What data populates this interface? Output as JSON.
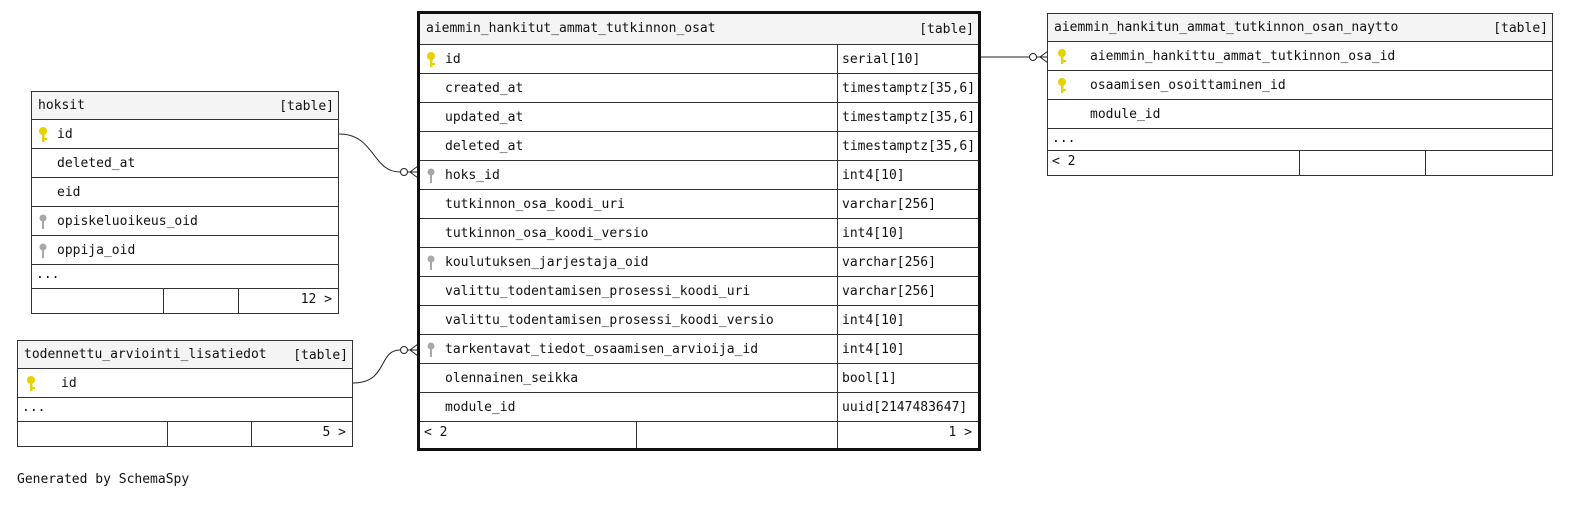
{
  "main_table": {
    "name": "aiemmin_hankitut_ammat_tutkinnon_osat",
    "tag": "[table]",
    "columns": [
      {
        "name": "id",
        "type": "serial[10]",
        "key": "primary"
      },
      {
        "name": "created_at",
        "type": "timestamptz[35,6]",
        "key": "none"
      },
      {
        "name": "updated_at",
        "type": "timestamptz[35,6]",
        "key": "none"
      },
      {
        "name": "deleted_at",
        "type": "timestamptz[35,6]",
        "key": "none"
      },
      {
        "name": "hoks_id",
        "type": "int4[10]",
        "key": "foreign"
      },
      {
        "name": "tutkinnon_osa_koodi_uri",
        "type": "varchar[256]",
        "key": "none"
      },
      {
        "name": "tutkinnon_osa_koodi_versio",
        "type": "int4[10]",
        "key": "none"
      },
      {
        "name": "koulutuksen_jarjestaja_oid",
        "type": "varchar[256]",
        "key": "foreign"
      },
      {
        "name": "valittu_todentamisen_prosessi_koodi_uri",
        "type": "varchar[256]",
        "key": "none"
      },
      {
        "name": "valittu_todentamisen_prosessi_koodi_versio",
        "type": "int4[10]",
        "key": "none"
      },
      {
        "name": "tarkentavat_tiedot_osaamisen_arvioija_id",
        "type": "int4[10]",
        "key": "foreign"
      },
      {
        "name": "olennainen_seikka",
        "type": "bool[1]",
        "key": "none"
      },
      {
        "name": "module_id",
        "type": "uuid[2147483647]",
        "key": "none"
      }
    ],
    "footer_left": "< 2",
    "footer_right": "1 >"
  },
  "hoksit": {
    "name": "hoksit",
    "tag": "[table]",
    "columns": [
      {
        "name": "id",
        "key": "primary"
      },
      {
        "name": "deleted_at",
        "key": "none"
      },
      {
        "name": "eid",
        "key": "none"
      },
      {
        "name": "opiskeluoikeus_oid",
        "key": "foreign"
      },
      {
        "name": "oppija_oid",
        "key": "foreign"
      }
    ],
    "ellipsis": "...",
    "footer_right": "12 >"
  },
  "todennettu": {
    "name": "todennettu_arviointi_lisatiedot",
    "tag": "[table]",
    "columns": [
      {
        "name": "id",
        "key": "primary"
      }
    ],
    "ellipsis": "...",
    "footer_right": "5 >"
  },
  "naytto": {
    "name": "aiemmin_hankitun_ammat_tutkinnon_osan_naytto",
    "tag": "[table]",
    "columns": [
      {
        "name": "aiemmin_hankittu_ammat_tutkinnon_osa_id",
        "key": "primary"
      },
      {
        "name": "osaamisen_osoittaminen_id",
        "key": "primary"
      },
      {
        "name": "module_id",
        "key": "none"
      }
    ],
    "ellipsis": "...",
    "footer_left": "< 2"
  },
  "credit": "Generated by SchemaSpy",
  "colors": {
    "primary_key": "#e8d100",
    "foreign_key": "#a8a8a8",
    "border": "#333333",
    "header_bg": "#f4f4f4"
  },
  "icons": {
    "primary": "key-icon-gold",
    "foreign": "key-icon-gray"
  }
}
